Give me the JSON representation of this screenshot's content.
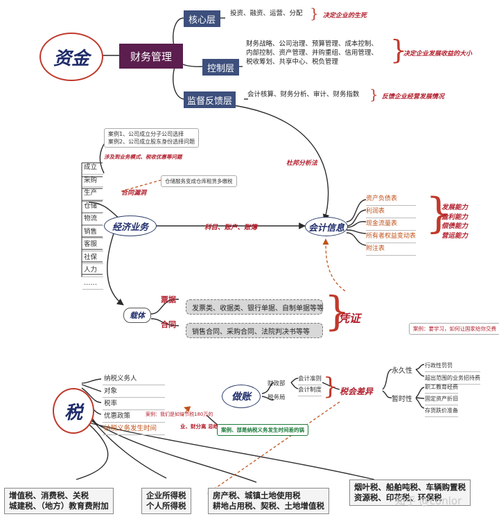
{
  "capital": {
    "title": "资金",
    "hub": "财务管理"
  },
  "layers": [
    {
      "label": "核心层",
      "detail": "投资、融资、运营、分配",
      "note": "决定企业的生死"
    },
    {
      "label": "控制层",
      "detail_lines": [
        "财务战略、公司治理、预算管理、成本控制、",
        "内部控制、资产管理、并购重组、信用管理、",
        "税收筹划、共享中心、税负管理"
      ],
      "note": "决定企业发展收益的大小"
    },
    {
      "label": "监督反馈层",
      "detail": "会计核算、财务分析、审计、财务指数",
      "note": "反馈企业经营发展情况"
    }
  ],
  "dupont": "杜邦分析法",
  "cases_box": [
    "案例1、公司成立分子公司选择",
    "案例2、公司成立股东身份选择问题"
  ],
  "cases_note": "涉及到业务模式、税收优惠等问题",
  "business": {
    "title": "经济业务",
    "items": [
      "成立",
      "采购",
      "生产",
      "仓储",
      "物流",
      "销售",
      "客服",
      "社保",
      "人力",
      "……"
    ],
    "loophole": "合同漏洞",
    "loophole_example": "仓储服务变成仓库租赁多缴税",
    "link_label": "科目、账户、账簿"
  },
  "accounting": {
    "title": "会计信息",
    "statements": [
      "资产负债表",
      "利润表",
      "现金流量表",
      "所有者权益变动表",
      "附注表"
    ],
    "abilities": [
      "发展能力",
      "盈利能力",
      "偿债能力",
      "营运能力"
    ]
  },
  "carrier": {
    "title": "载体",
    "bill_label": "票据",
    "bill_items": "发票类、收据类、银行单据、自制单据等等",
    "contract_label": "合同",
    "contract_items": "销售合同、采购合同、法院判决书等等",
    "voucher": "凭证"
  },
  "tax": {
    "title": "税",
    "items": [
      "纳税义务人",
      "对象",
      "税率",
      "优惠政策",
      "纳税义务发生时间"
    ],
    "case_180": "案例：我们是如何节税180万的",
    "time_note": "业、财分离 忌皓",
    "case_dept": "案例、部是纳税义务发生时间差的锅",
    "groups": [
      [
        "增值税、消费税、关税",
        "城建税、（地方）教育费附加"
      ],
      [
        "企业所得税",
        "个人所得税"
      ],
      [
        "房产税、城镇土地使用税",
        "耕地占用税、契税、土地增值税"
      ],
      [
        "烟叶税、船舶吨税、车辆购置税",
        "资源税、印花税、环保税"
      ]
    ]
  },
  "bookkeeping": {
    "title": "做账",
    "departments": [
      "财政部",
      "税务局"
    ],
    "standards": [
      "会计准则",
      "会计制度"
    ],
    "difference": "税会差异",
    "permanent": "永久性",
    "permanent_items": [
      "行政性罚罚",
      "超出范围的业务招待费"
    ],
    "timing": "暂时性",
    "timing_items": [
      "职工教育经费",
      "固定资产折旧",
      "存货跌价准备"
    ],
    "study_case": "案例：要学习，如何让国家给你交费"
  },
  "watermark": "知乎 @conlor"
}
